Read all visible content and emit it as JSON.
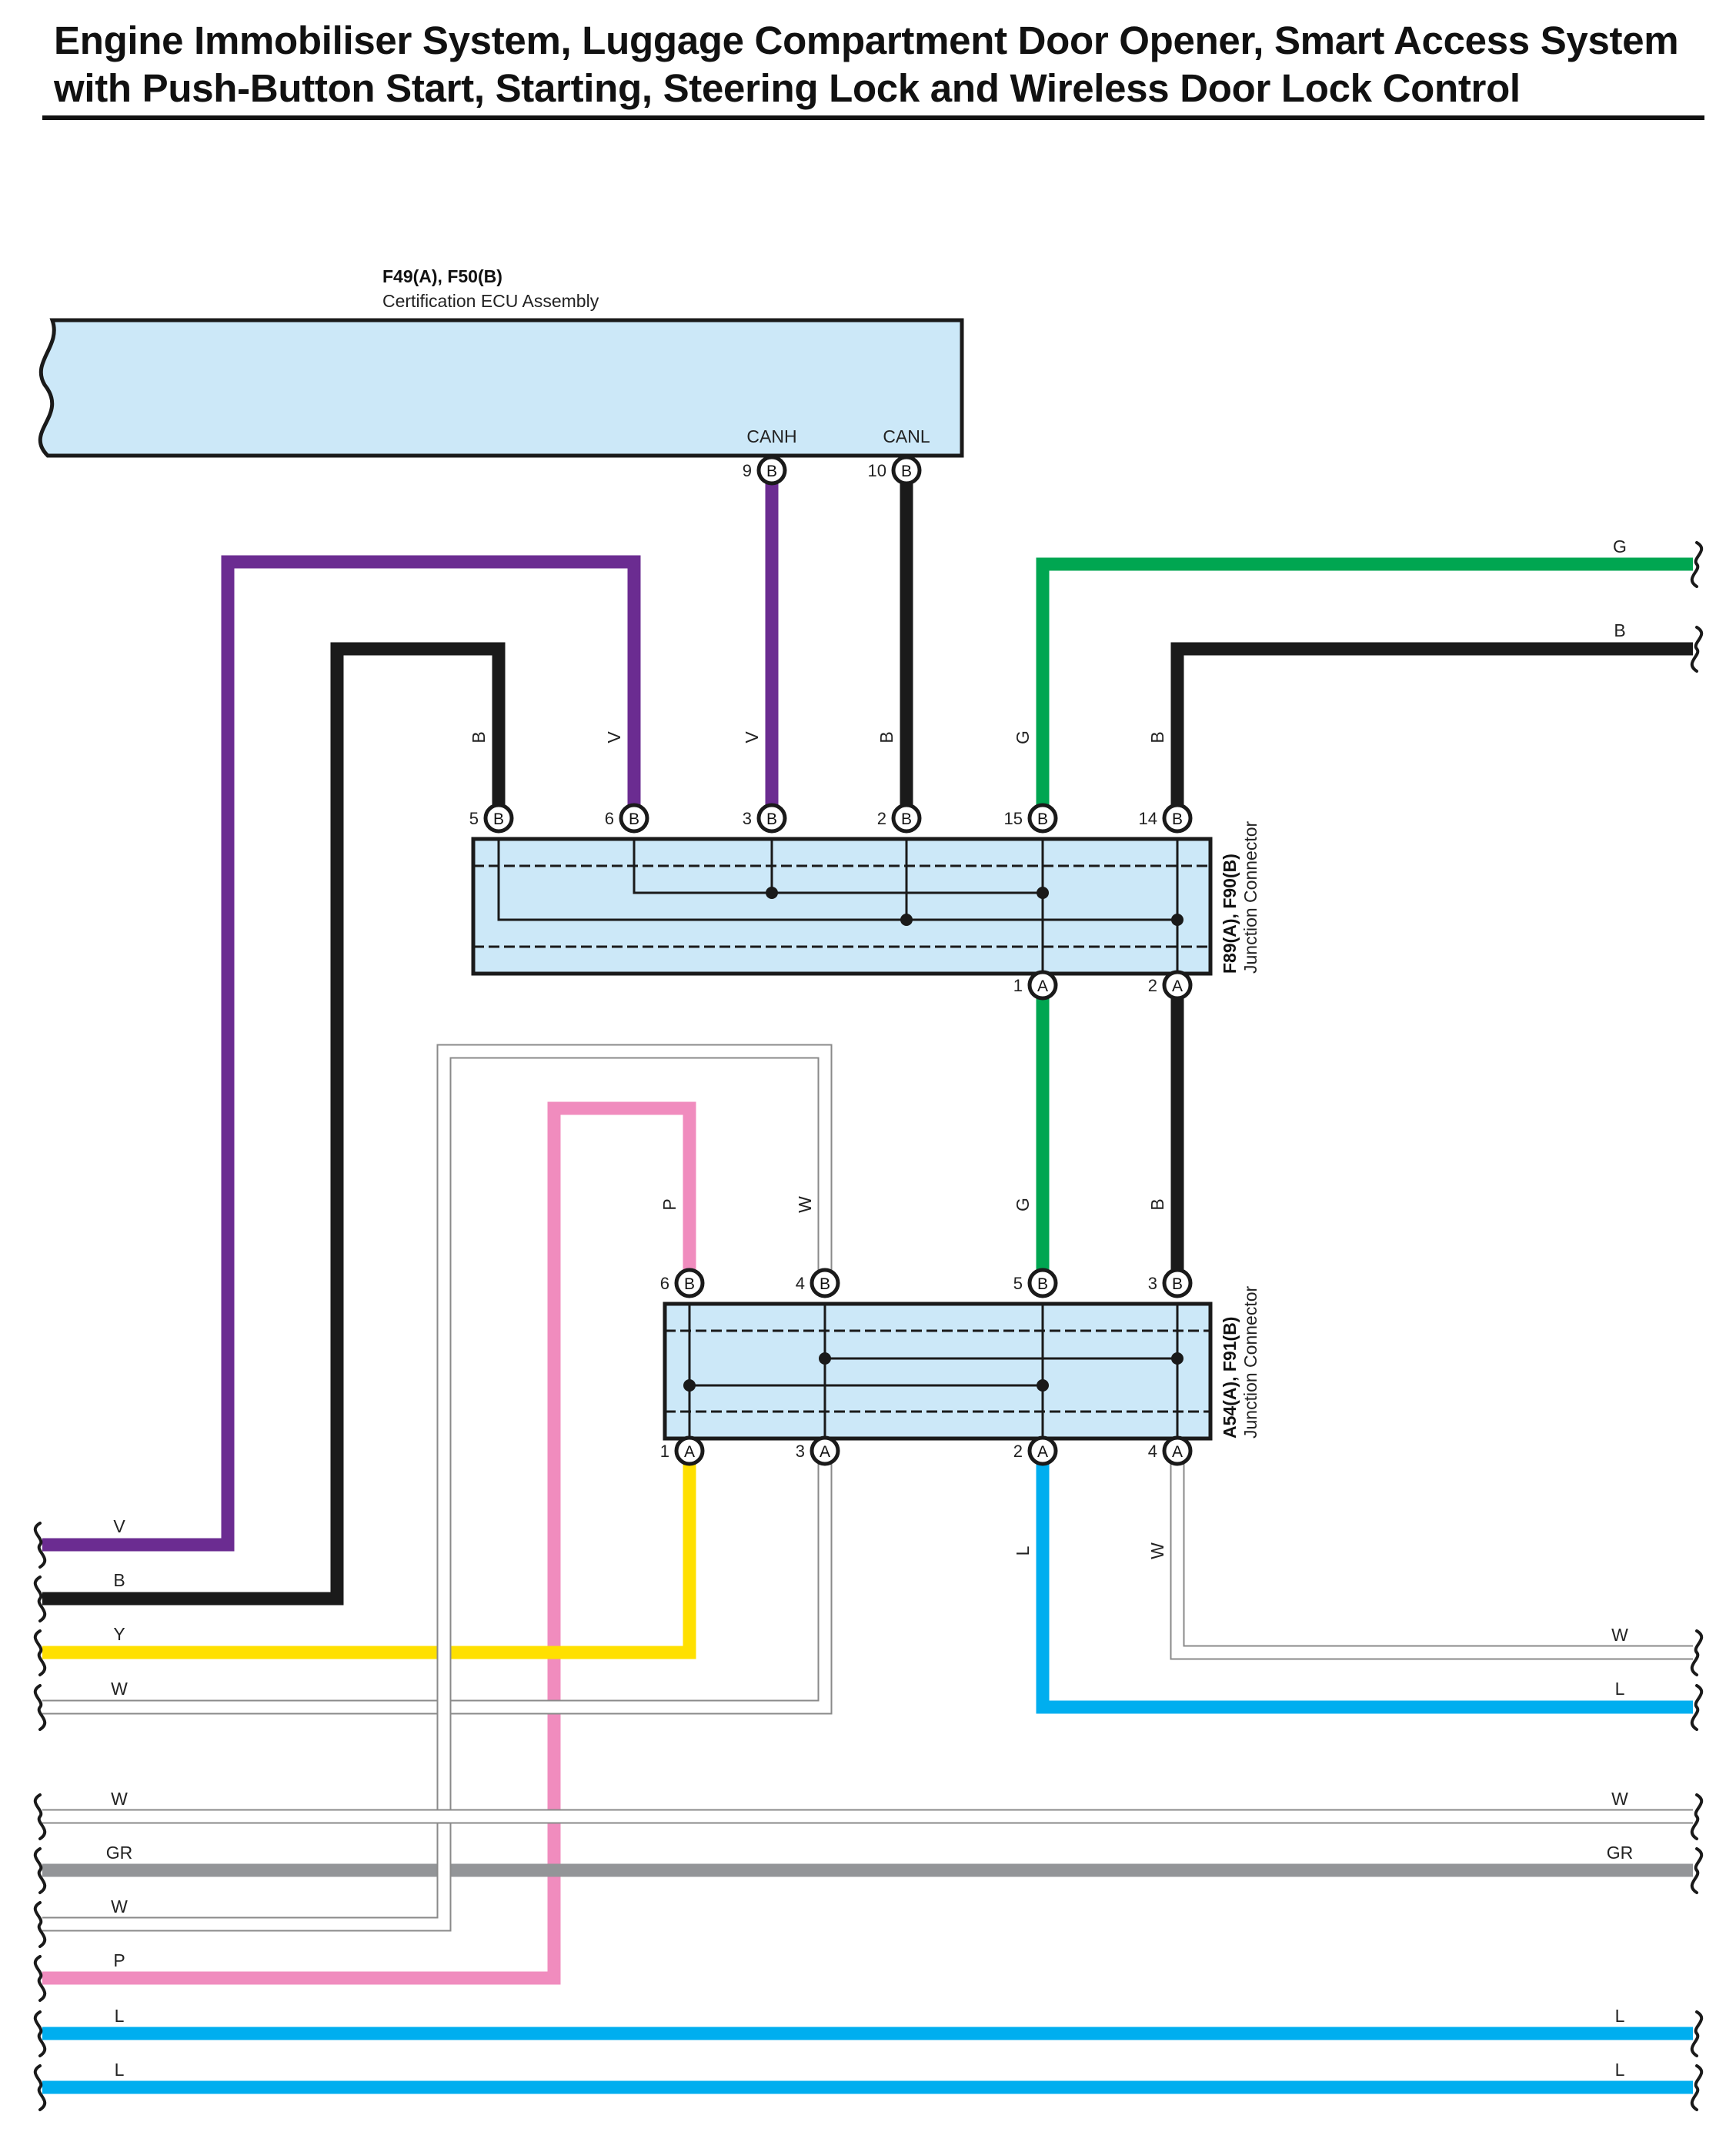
{
  "title": {
    "line1": "Engine Immobiliser System, Luggage Compartment Door Opener, Smart Access System",
    "line2": "with Push-Button Start, Starting, Steering Lock and Wireless Door Lock Control"
  },
  "colors": {
    "V": "#6b2c91",
    "B": "#1a1a1a",
    "G": "#00a651",
    "Y": "#ffe000",
    "W": "#ffffff",
    "W_outline": "#8a8a8a",
    "P": "#f08cbe",
    "L": "#00aeef",
    "GR": "#939598",
    "component_fill": "#cce8f8"
  },
  "ecu": {
    "connectors": "F49(A), F50(B)",
    "name": "Certification ECU Assembly",
    "pins": [
      {
        "signal": "CANH",
        "num": "9",
        "cavity": "B"
      },
      {
        "signal": "CANL",
        "num": "10",
        "cavity": "B"
      }
    ]
  },
  "junction1": {
    "connectors": "F89(A), F90(B)",
    "name": "Junction Connector",
    "top_pins": [
      {
        "num": "5",
        "cavity": "B",
        "wire": "B"
      },
      {
        "num": "6",
        "cavity": "B",
        "wire": "V"
      },
      {
        "num": "3",
        "cavity": "B",
        "wire": "V"
      },
      {
        "num": "2",
        "cavity": "B",
        "wire": "B"
      },
      {
        "num": "15",
        "cavity": "B",
        "wire": "G"
      },
      {
        "num": "14",
        "cavity": "B",
        "wire": "B"
      }
    ],
    "bottom_pins": [
      {
        "num": "1",
        "cavity": "A"
      },
      {
        "num": "2",
        "cavity": "A"
      }
    ]
  },
  "junction2": {
    "connectors": "A54(A), F91(B)",
    "name": "Junction Connector",
    "top_pins": [
      {
        "num": "6",
        "cavity": "B",
        "wire": "P"
      },
      {
        "num": "4",
        "cavity": "B",
        "wire": "W"
      },
      {
        "num": "5",
        "cavity": "B",
        "wire": "G"
      },
      {
        "num": "3",
        "cavity": "B",
        "wire": "B"
      }
    ],
    "bottom_pins": [
      {
        "num": "1",
        "cavity": "A"
      },
      {
        "num": "3",
        "cavity": "A"
      },
      {
        "num": "2",
        "cavity": "A",
        "wire": "L"
      },
      {
        "num": "4",
        "cavity": "A",
        "wire": "W"
      }
    ]
  },
  "right_wires": [
    "G",
    "B",
    "W",
    "L",
    "W",
    "GR",
    "L",
    "L"
  ],
  "left_wires": [
    "V",
    "B",
    "Y",
    "W",
    "W",
    "GR",
    "W",
    "P",
    "L",
    "L"
  ]
}
